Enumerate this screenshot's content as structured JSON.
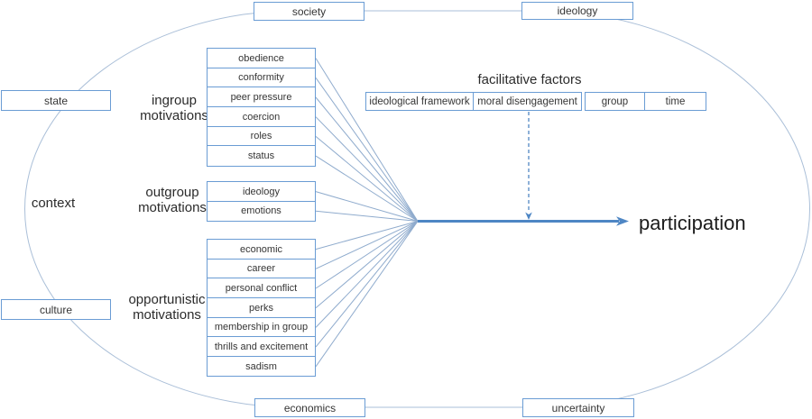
{
  "colors": {
    "box_border": "#6a9cd4",
    "ellipse_stroke": "#aabfd8",
    "thin_line": "#8fabcd",
    "arrow_blue": "#4e86c4",
    "text_dark": "#353535"
  },
  "outer": {
    "society": "society",
    "ideology": "ideology",
    "state": "state",
    "culture": "culture",
    "economics": "economics",
    "uncertainty": "uncertainty"
  },
  "context_label": "context",
  "participation_label": "participation",
  "facilitative": {
    "title": "facilitative factors",
    "items": [
      "ideological framework",
      "moral disengagement",
      "group",
      "time"
    ]
  },
  "groups": [
    {
      "label": "ingroup\nmotivations",
      "items": [
        "obedience",
        "conformity",
        "peer pressure",
        "coercion",
        "roles",
        "status"
      ]
    },
    {
      "label": "outgroup\nmotivations",
      "items": [
        "ideology",
        "emotions"
      ]
    },
    {
      "label": "opportunistic\nmotivations",
      "items": [
        "economic",
        "career",
        "personal conflict",
        "perks",
        "membership in group",
        "thrills and excitement",
        "sadism"
      ]
    }
  ]
}
